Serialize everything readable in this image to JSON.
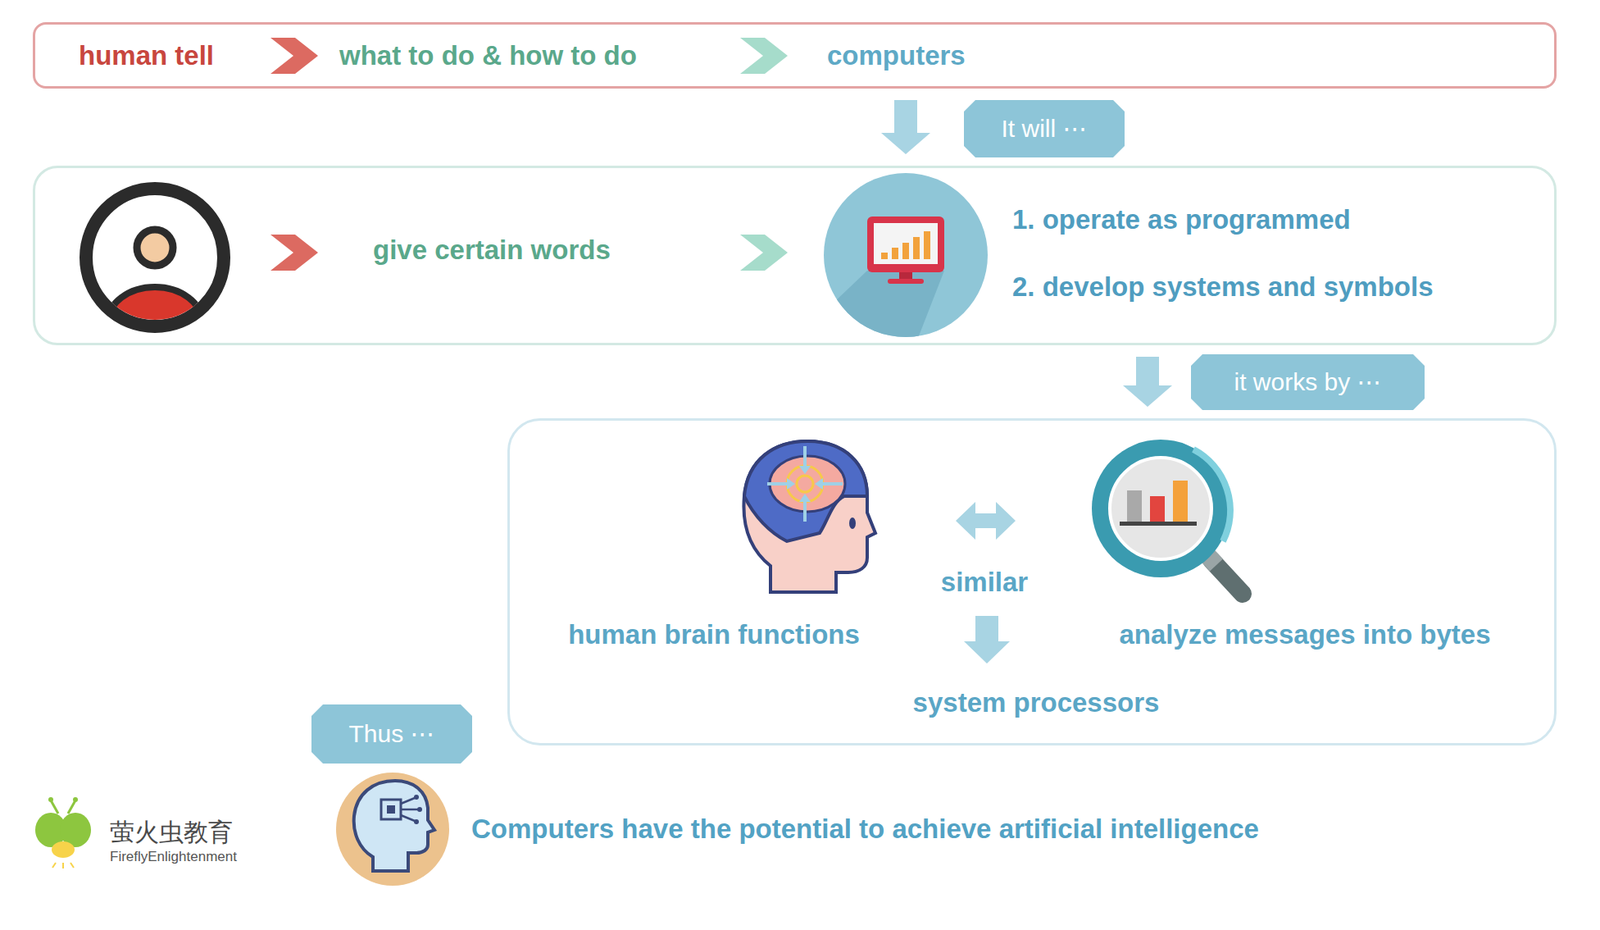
{
  "diagram": {
    "nodes": [
      {
        "text": [
          "human tell",
          "what to do & how to do",
          "computers"
        ]
      },
      {
        "text": [
          "It will ⋯"
        ]
      },
      {
        "text": [
          "give certain words",
          "1. operate as programmed",
          "2. develop systems and symbols"
        ]
      },
      {
        "text": [
          "it works by ⋯"
        ]
      },
      {
        "text": [
          "human brain functions",
          "similar",
          "analyze messages into bytes",
          "system processors"
        ]
      },
      {
        "text": [
          "Thus ⋯"
        ]
      }
    ],
    "edges": [
      {
        "from": 0,
        "to": 2,
        "arrow": "to"
      },
      {
        "from": 2,
        "to": 4,
        "arrow": "to"
      }
    ],
    "labels": [
      "Computers have the potential to achieve artificial intelligence",
      "萤火虫教育",
      "FireflyEnlightenment"
    ]
  }
}
